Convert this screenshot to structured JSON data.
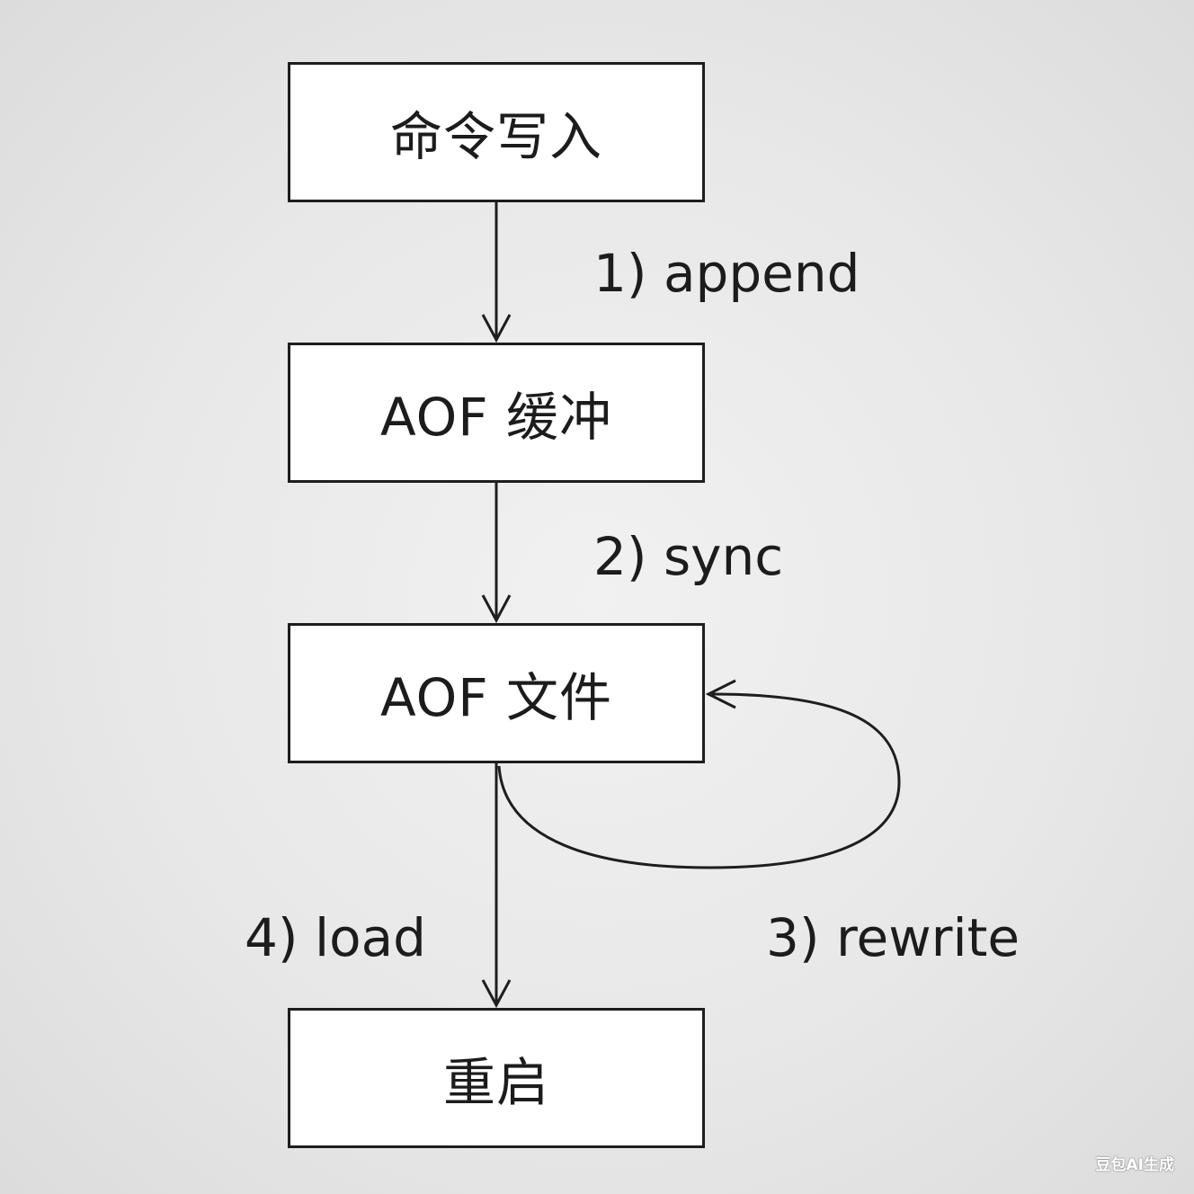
{
  "nodes": {
    "write": "命令写入",
    "buffer": "AOF 缓冲",
    "file": "AOF 文件",
    "restart": "重启"
  },
  "edges": {
    "append": "1) append",
    "sync": "2) sync",
    "rewrite": "3) rewrite",
    "load": "4) load"
  },
  "watermark": "豆包AI生成"
}
